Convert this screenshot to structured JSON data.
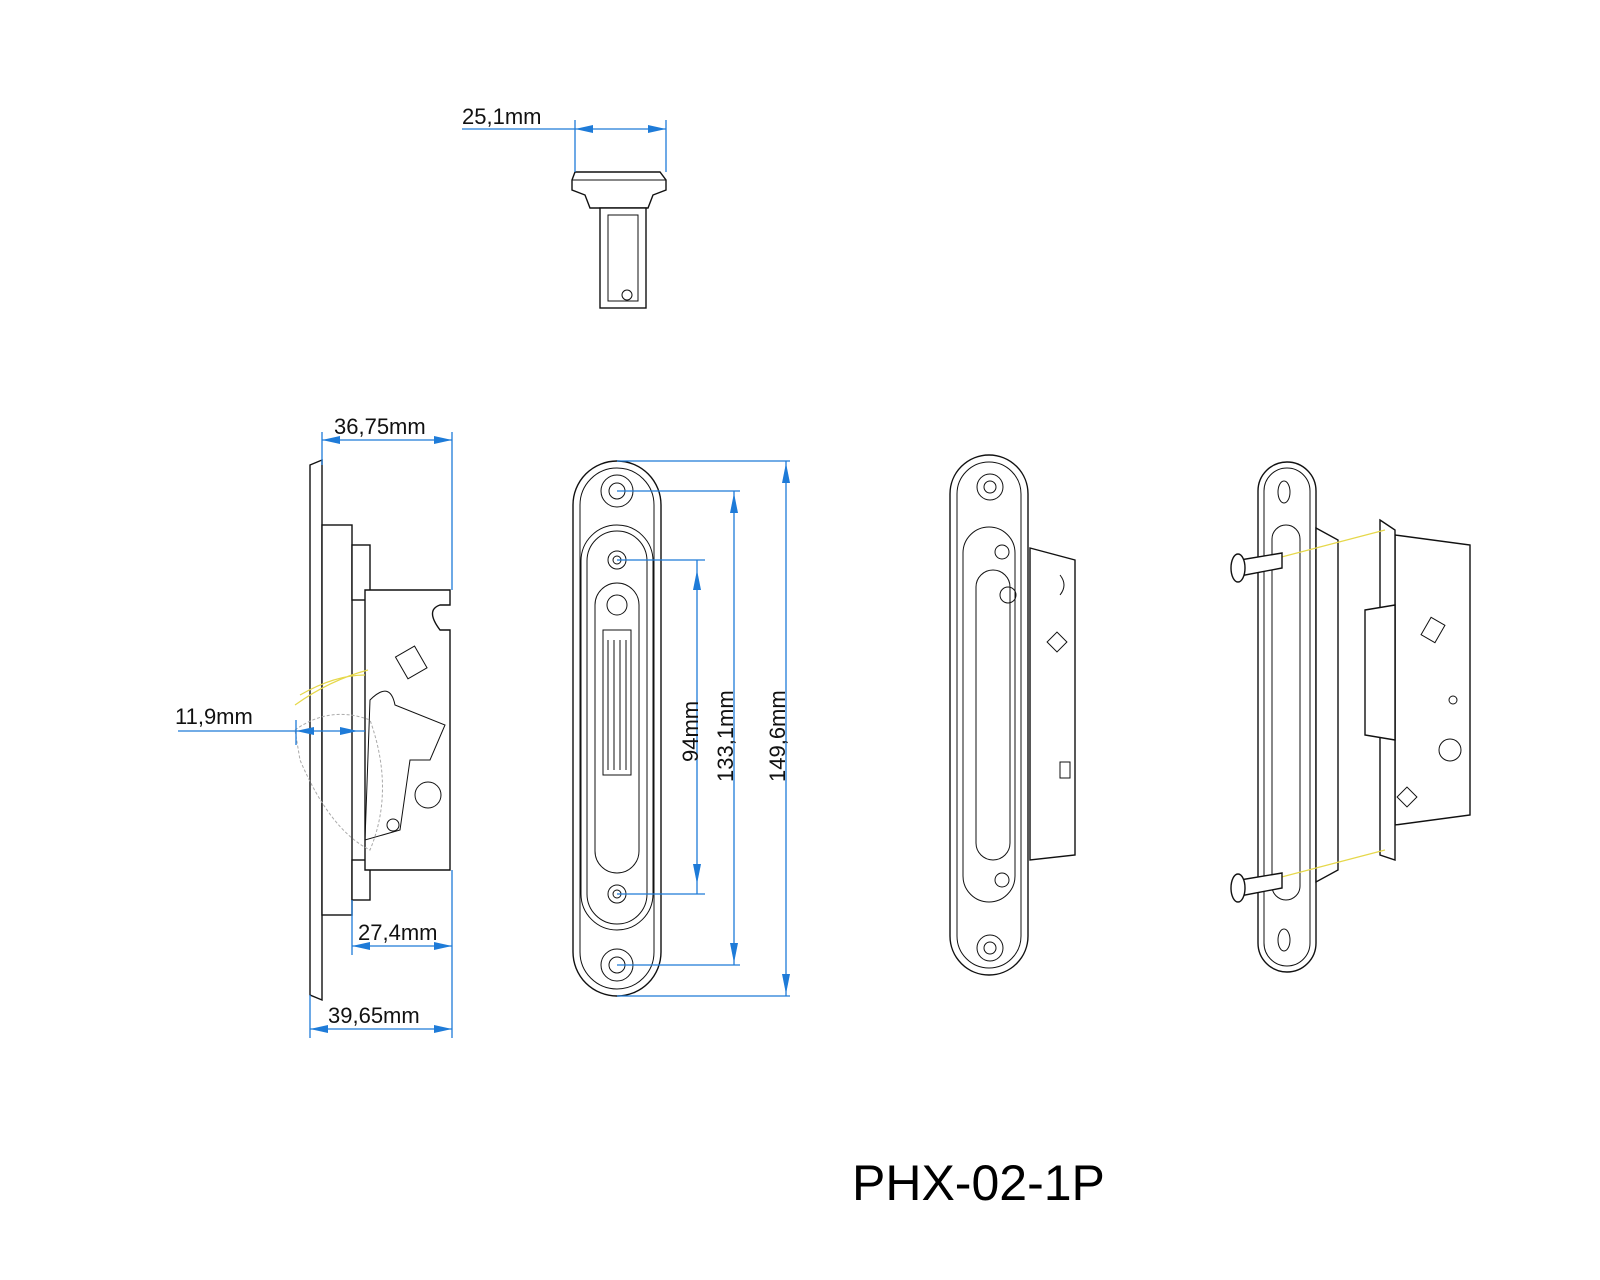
{
  "title": "PHX-02-1P",
  "dimensions": {
    "top_width": "25,1mm",
    "side_width": "36,75mm",
    "offset": "11,9mm",
    "inner_depth": "27,4mm",
    "overall_depth": "39,65mm",
    "hole_spacing_inner": "94mm",
    "hole_spacing_outer": "133,1mm",
    "overall_length": "149,6mm"
  },
  "colors": {
    "dimension": "#1e7bd8",
    "outline": "#111111",
    "guide": "#e6d84a"
  }
}
